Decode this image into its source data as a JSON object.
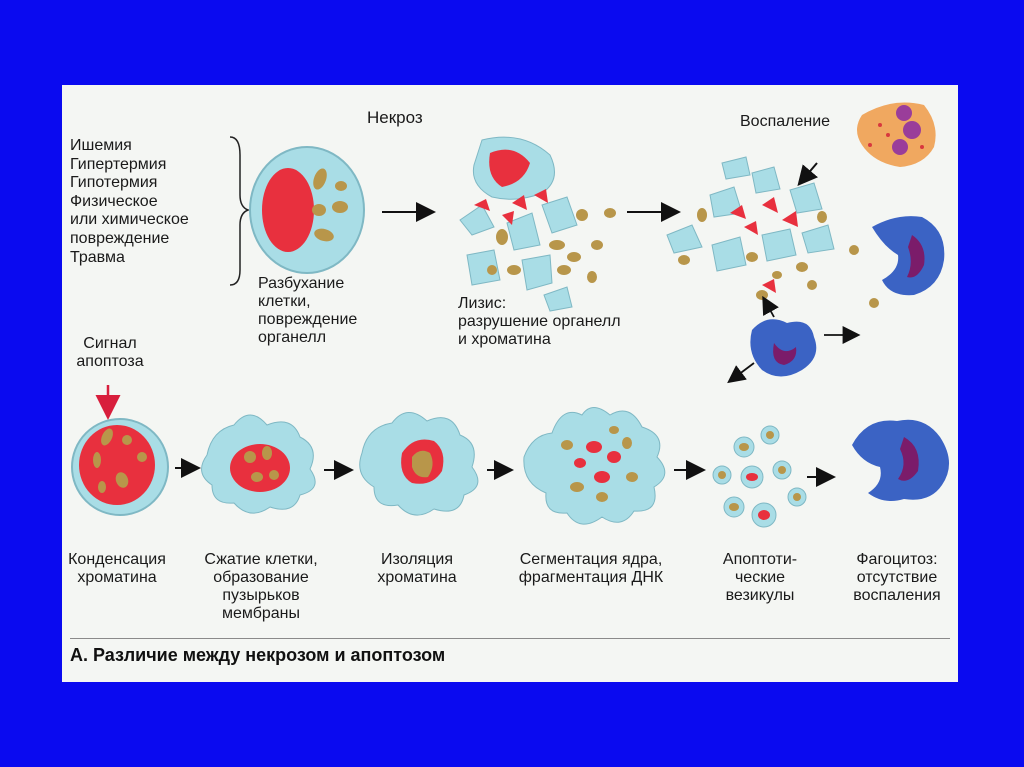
{
  "necrosis": {
    "title": "Некроз",
    "causes": "Ишемия\nГипертермия\nГипотермия\nФизическое\nили химическое\nповреждение\nТравма",
    "swelling": "Разбухание\nклетки,\nповреждение\nорганелл",
    "lysis": "Лизис:\nразрушение органелл\nи хроматина",
    "inflammation": "Воспаление"
  },
  "apoptosis": {
    "signal": "Сигнал\nапоптоза",
    "condensation": "Конденсация\nхроматина",
    "shrinkage": "Сжатие клетки,\nобразование\nпузырьков\nмембраны",
    "isolation": "Изоляция\nхроматина",
    "segmentation": "Сегментация ядра,\nфрагментация ДНК",
    "vesicles": "Апоптоти-\nческие\nвезикулы",
    "phagocytosis": "Фагоцитоз:\nотсутствие\nвоспаления"
  },
  "caption": "А. Различие между некрозом и апоптозом",
  "colors": {
    "frame": "#0a0af0",
    "cytoplasm": "#a9dde6",
    "nucleus": "#e8303e",
    "organelle": "#b8964a",
    "macrophage": "#3b63c4",
    "macrophage_nucleus": "#7b1c6a",
    "inflammatory_cell": "#f0a860"
  }
}
